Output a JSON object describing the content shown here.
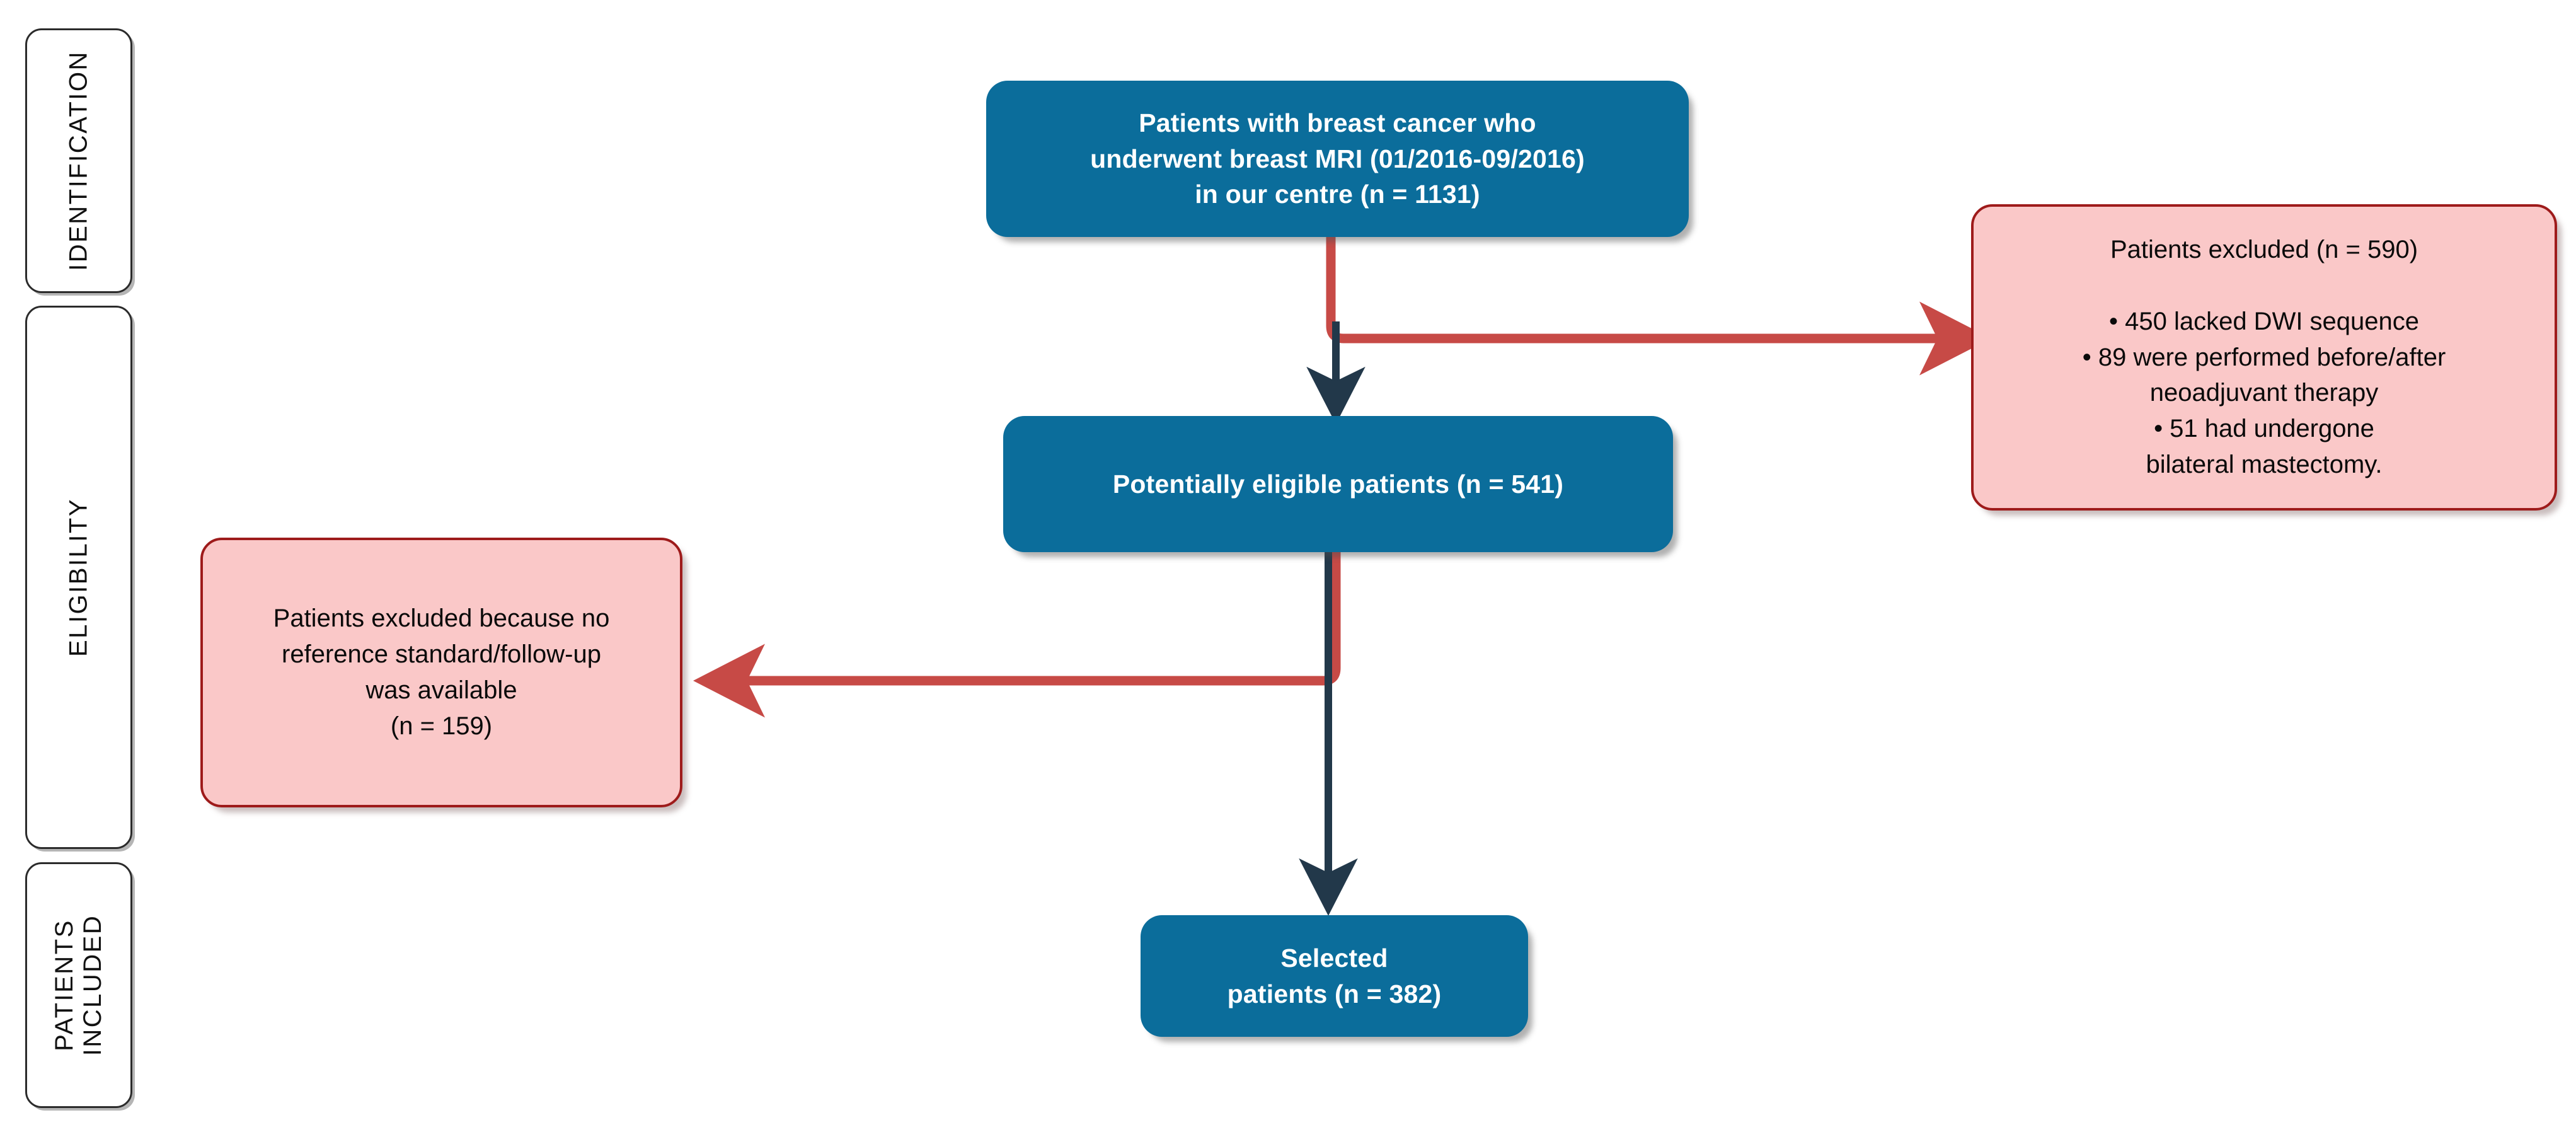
{
  "diagram": {
    "title": "PRISMA-style patient selection flow diagram",
    "colors": {
      "node_blue": "#0b6d9b",
      "node_pink_fill": "#fac8c8",
      "node_pink_border": "#9e1b1b",
      "arrow_red": "#c74a46",
      "arrow_navy": "#22384a",
      "phase_border": "#2b2b2b"
    }
  },
  "phases": [
    {
      "id": "identification",
      "label": "IDENTIFICATION"
    },
    {
      "id": "eligibility",
      "label": "ELIGIBILITY"
    },
    {
      "id": "patients-included",
      "label": "PATIENTS\nINCLUDED"
    }
  ],
  "nodes": {
    "source": {
      "id": "source-cohort",
      "kind": "blue",
      "text": "Patients with breast cancer who\nunderwent breast MRI (01/2016-09/2016)\nin our centre (n = 1131)",
      "n": 1131
    },
    "eligible": {
      "id": "potentially-eligible",
      "kind": "blue",
      "text": "Potentially eligible patients (n = 541)",
      "n": 541
    },
    "selected": {
      "id": "selected-patients",
      "kind": "blue",
      "text": "Selected\npatients (n = 382)",
      "n": 382
    },
    "excluded_right": {
      "id": "excluded-identification",
      "kind": "pink",
      "text": "Patients excluded (n = 590)\n\n• 450 lacked DWI sequence\n• 89 were performed before/after\nneoadjuvant therapy\n• 51 had undergone\nbilateral mastectomy.",
      "n": 590,
      "reasons": [
        {
          "count": 450,
          "reason": "lacked DWI sequence"
        },
        {
          "count": 89,
          "reason": "were performed before/after neoadjuvant therapy"
        },
        {
          "count": 51,
          "reason": "had undergone bilateral mastectomy."
        }
      ]
    },
    "excluded_left": {
      "id": "excluded-eligibility",
      "kind": "pink",
      "text": "Patients excluded because no\nreference standard/follow-up\nwas available\n(n = 159)",
      "n": 159
    }
  },
  "edges": [
    {
      "id": "source-to-eligible",
      "from": "source",
      "to": "eligible",
      "style": "navy-arrow-down"
    },
    {
      "id": "source-to-excluded",
      "from": "source",
      "to": "excluded_right",
      "style": "red-arrow-right"
    },
    {
      "id": "eligible-to-selected",
      "from": "eligible",
      "to": "selected",
      "style": "navy-arrow-down"
    },
    {
      "id": "eligible-to-excluded",
      "from": "eligible",
      "to": "excluded_left",
      "style": "red-arrow-left"
    }
  ]
}
